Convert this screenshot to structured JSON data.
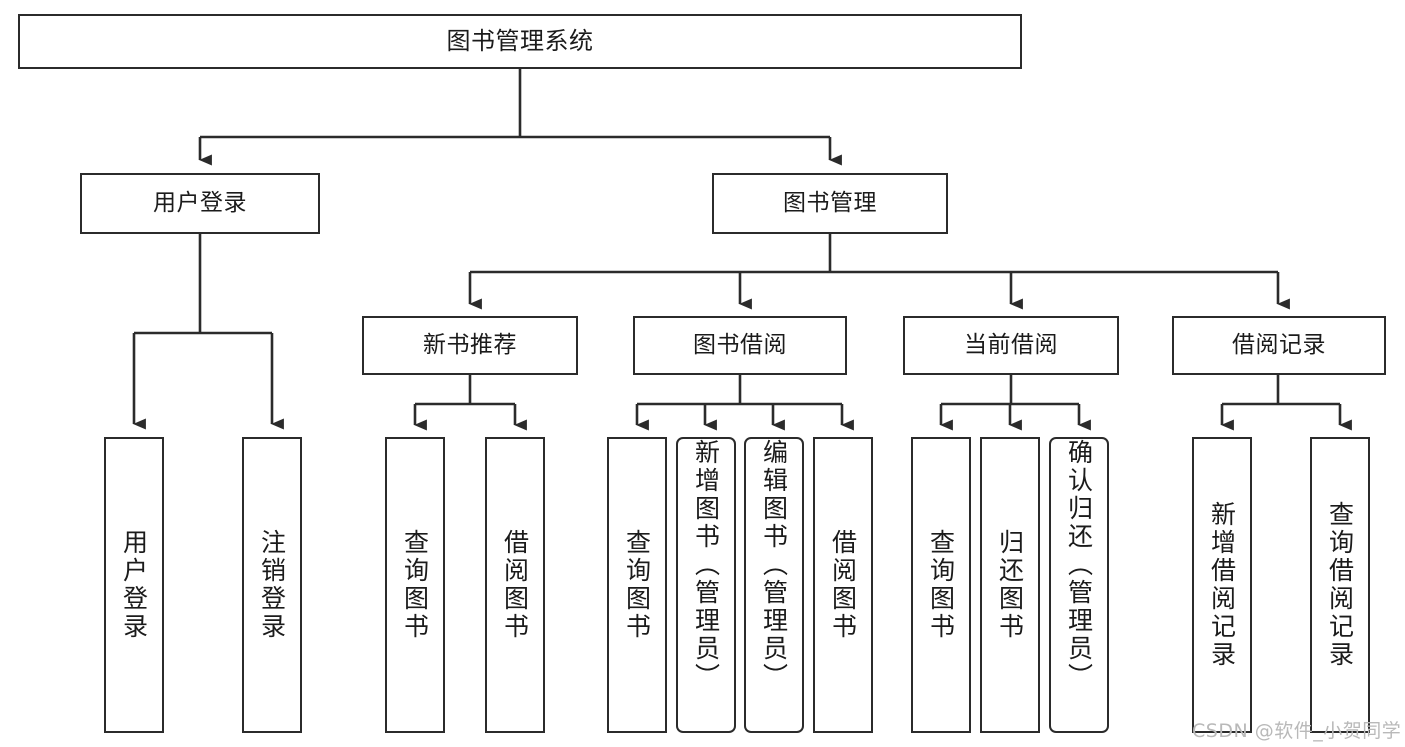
{
  "diagram": {
    "type": "tree-hierarchy",
    "title": "图书管理系统",
    "root": {
      "id": "root",
      "label": "图书管理系统"
    },
    "level2": [
      {
        "id": "user-login",
        "label": "用户登录"
      },
      {
        "id": "book-manage",
        "label": "图书管理"
      }
    ],
    "level3": [
      {
        "id": "new-book-rec",
        "label": "新书推荐",
        "parent": "book-manage"
      },
      {
        "id": "book-borrow",
        "label": "图书借阅",
        "parent": "book-manage"
      },
      {
        "id": "current-borrow",
        "label": "当前借阅",
        "parent": "book-manage"
      },
      {
        "id": "borrow-record",
        "label": "借阅记录",
        "parent": "book-manage"
      }
    ],
    "leaves": {
      "user_login": [
        {
          "id": "leaf-user-login",
          "label": "用户登录"
        },
        {
          "id": "leaf-logout",
          "label": "注销登录"
        }
      ],
      "new_book_rec": [
        {
          "id": "leaf-query-book-1",
          "label": "查询图书"
        },
        {
          "id": "leaf-borrow-book-1",
          "label": "借阅图书"
        }
      ],
      "book_borrow": [
        {
          "id": "leaf-query-book-2",
          "label": "查询图书"
        },
        {
          "id": "leaf-add-book",
          "label": "新增图书（管理员）"
        },
        {
          "id": "leaf-edit-book",
          "label": "编辑图书（管理员）"
        },
        {
          "id": "leaf-borrow-book-2",
          "label": "借阅图书"
        }
      ],
      "current_borrow": [
        {
          "id": "leaf-query-book-3",
          "label": "查询图书"
        },
        {
          "id": "leaf-return-book",
          "label": "归还图书"
        },
        {
          "id": "leaf-confirm-return",
          "label": "确认归还（管理员）"
        }
      ],
      "borrow_record": [
        {
          "id": "leaf-add-record",
          "label": "新增借阅记录"
        },
        {
          "id": "leaf-query-record",
          "label": "查询借阅记录"
        }
      ]
    },
    "colors": {
      "stroke": "#2b2b2b",
      "fill": "#ffffff",
      "text": "#1b1b1b",
      "watermark": "#b9b9b9"
    }
  },
  "watermark": {
    "text": "CSDN @软件_小贺同学"
  }
}
